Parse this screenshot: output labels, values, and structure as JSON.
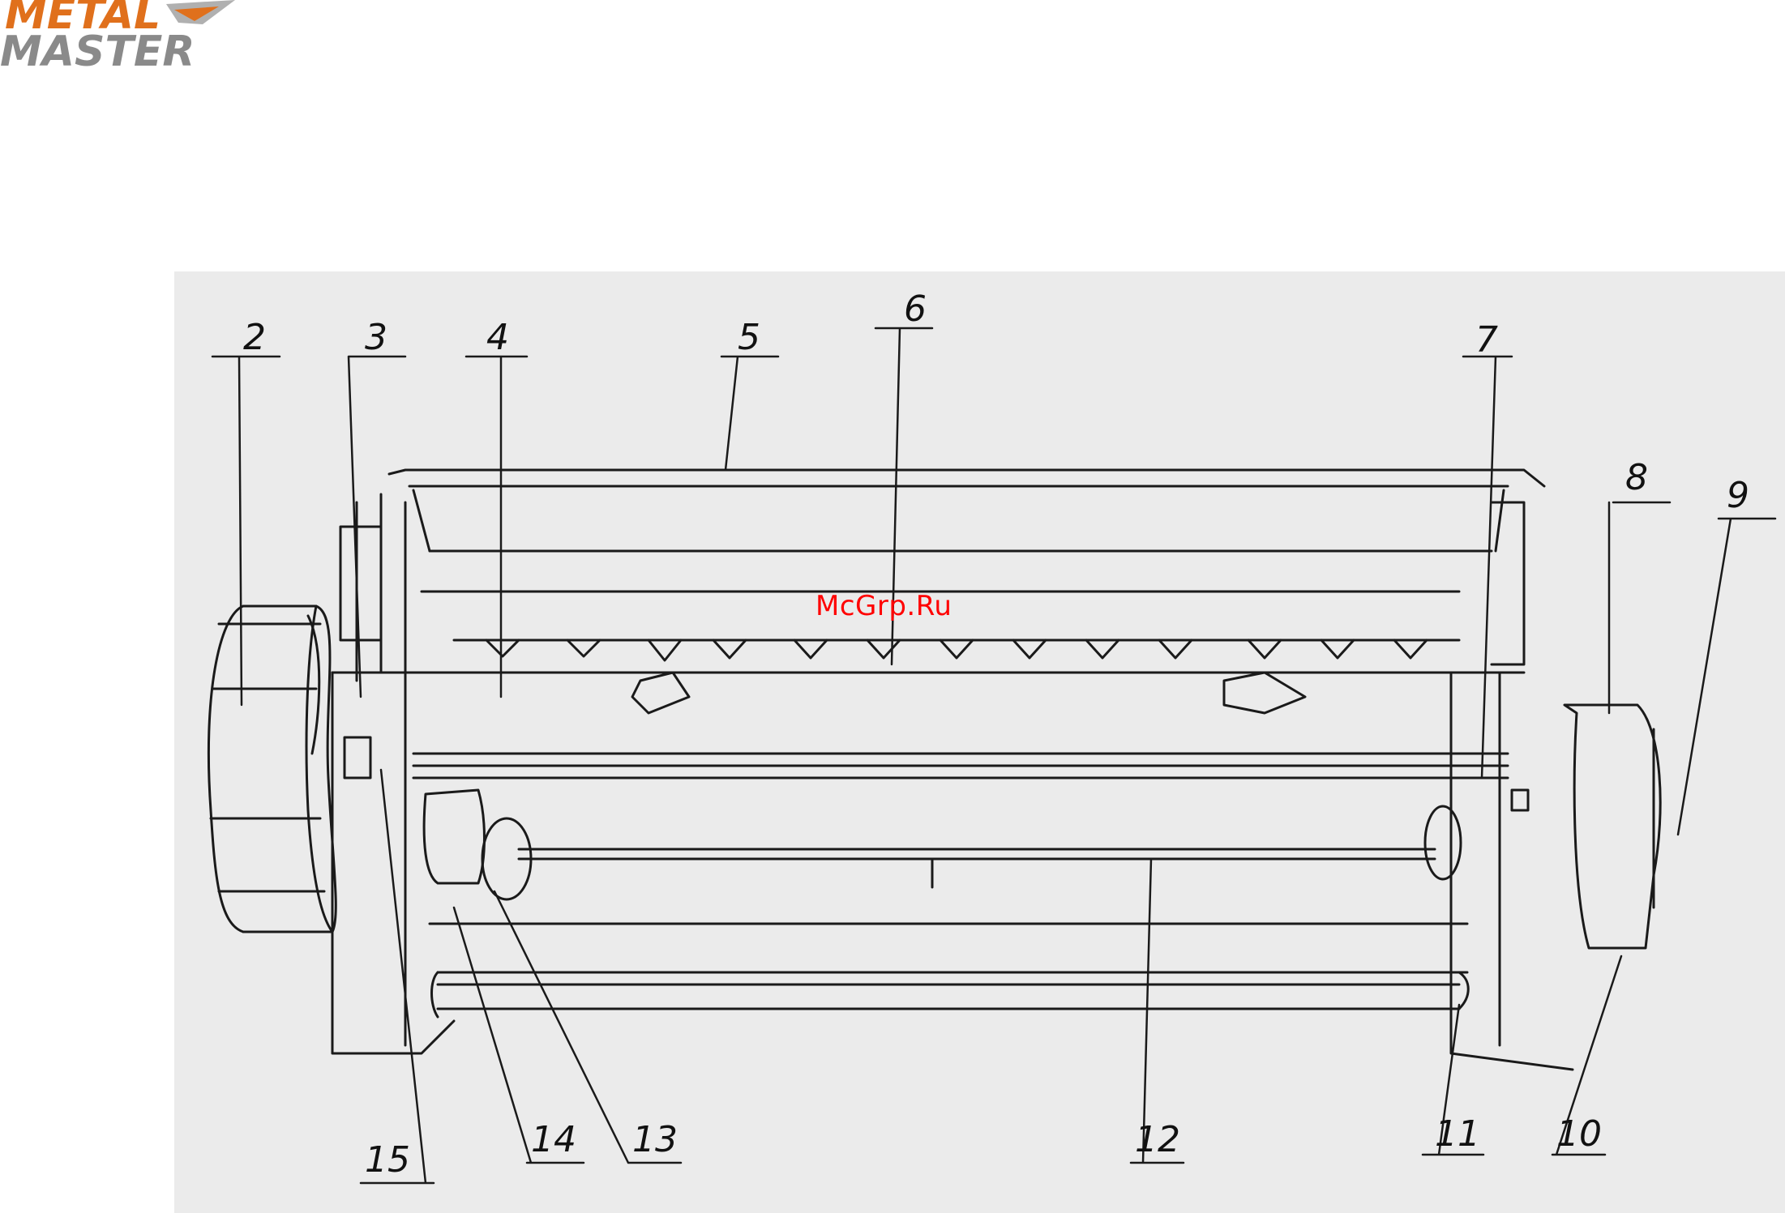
{
  "logo": {
    "line1": "METAL",
    "line2": "MASTER",
    "color_top": "#e0701c",
    "color_bottom": "#8a8a8a"
  },
  "watermark": {
    "text": "McGrp.Ru",
    "color": "#ff0000"
  },
  "callouts": [
    {
      "id": "2",
      "text": "2"
    },
    {
      "id": "3",
      "text": "3"
    },
    {
      "id": "4",
      "text": "4"
    },
    {
      "id": "5",
      "text": "5"
    },
    {
      "id": "6",
      "text": "6"
    },
    {
      "id": "7",
      "text": "7"
    },
    {
      "id": "8",
      "text": "8"
    },
    {
      "id": "9",
      "text": "9"
    },
    {
      "id": "10",
      "text": "10"
    },
    {
      "id": "11",
      "text": "11"
    },
    {
      "id": "12",
      "text": "12"
    },
    {
      "id": "13",
      "text": "13"
    },
    {
      "id": "14",
      "text": "14"
    },
    {
      "id": "15",
      "text": "15"
    }
  ]
}
